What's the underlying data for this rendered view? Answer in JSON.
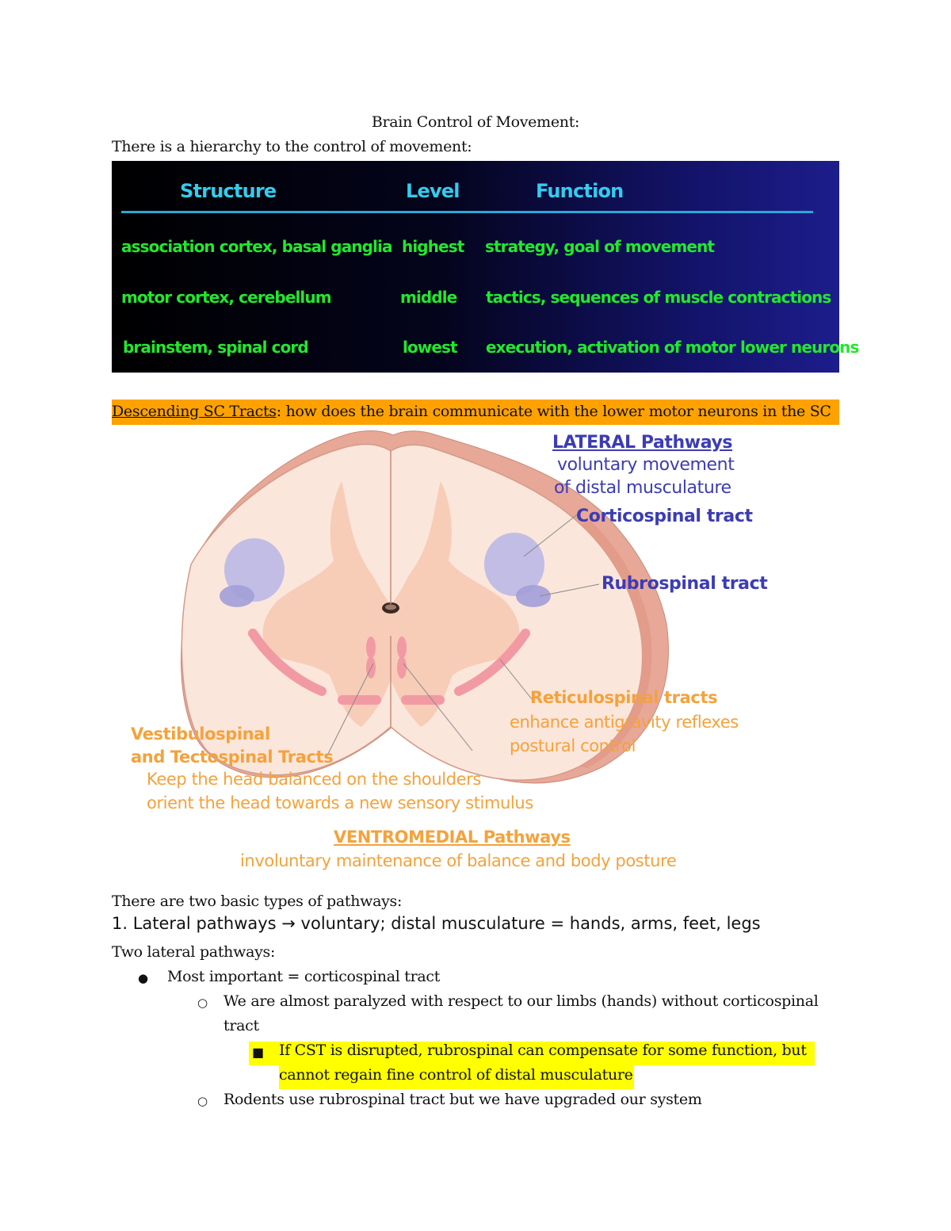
{
  "doc": {
    "title": "Brain Control of Movement:",
    "intro": "There is a hierarchy to the control of movement:"
  },
  "hierarchy_table": {
    "headers": [
      "Structure",
      "Level",
      "Function"
    ],
    "rows": [
      [
        "association cortex, basal ganglia",
        "highest",
        "strategy, goal of movement"
      ],
      [
        "motor cortex, cerebellum",
        "middle",
        "tactics, sequences of muscle contractions"
      ],
      [
        "brainstem, spinal cord",
        "lowest",
        "execution, activation of motor lower neurons"
      ]
    ]
  },
  "descending": {
    "link": "Descending SC Tracts",
    "rest": ": how does the brain communicate with the lower motor neurons in the SC",
    "highlight_color": "#ffa200"
  },
  "diagram": {
    "lateral_title": "LATERAL Pathways",
    "lateral_l1": "voluntary movement",
    "lateral_l2": "of distal musculature",
    "corticospinal": "Corticospinal tract",
    "rubrospinal": "Rubrospinal tract",
    "reticulospinal": "Reticulospinal tracts",
    "ret_l1": "enhance antigravity reflexes",
    "ret_l2": "postural control",
    "vest_l1": "Vestibulospinal",
    "vest_l2": "and Tectospinal Tracts",
    "vest_l3": "Keep the head balanced on the shoulders",
    "vest_l4": "orient the head towards a new sensory stimulus",
    "ventro_title": "VENTROMEDIAL Pathways",
    "ventro_l1": "involuntary maintenance of balance and body posture",
    "colors": {
      "blue": "#3c3cb4",
      "orange": "#f4a23c"
    }
  },
  "notes": {
    "two_types": "There are two basic types of pathways:",
    "lateral_heading": "1. Lateral pathways → voluntary; distal musculature = hands, arms, feet, legs",
    "two_lateral": "Two lateral pathways:",
    "b1": "Most important = corticospinal tract",
    "b1a_l1": "We are almost paralyzed with respect to our limbs (hands) without corticospinal",
    "b1a_l2": "tract",
    "b1b_l1": "If CST is disrupted, rubrospinal can compensate for some function, but",
    "b1b_l2": "cannot regain fine control of distal musculature",
    "b2": "Rodents use rubrospinal tract but we have upgraded our system",
    "highlight_color": "#ffff00"
  }
}
